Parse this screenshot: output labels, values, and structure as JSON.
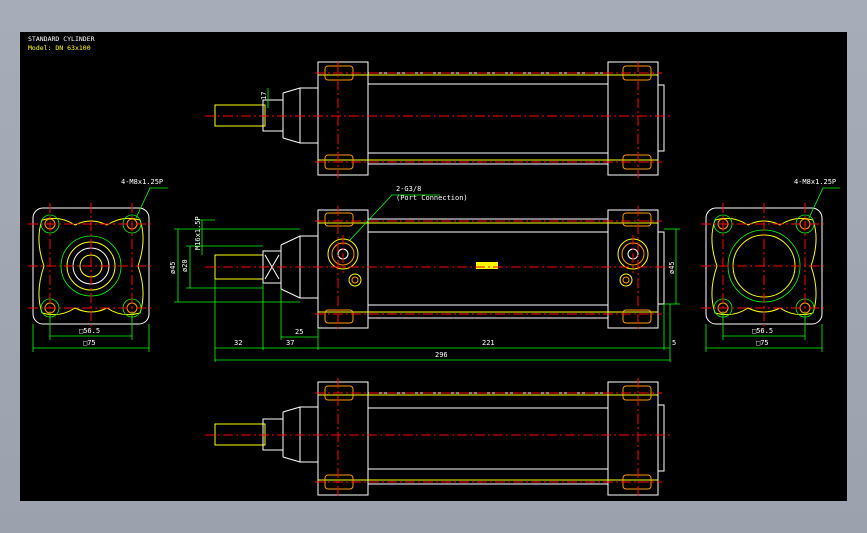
{
  "colors": {
    "background": "#000000",
    "outline": "#ffffff",
    "hidden": "#ffff00",
    "center": "#ff0000",
    "dimension": "#00ff00",
    "port": "#ff9900",
    "title": "#ffffff",
    "model": "#ffff00",
    "frame": "#a3a9b5"
  },
  "title_block": {
    "title": "STANDARD CYLINDER",
    "model": "Model: DN 63x100"
  },
  "left_view": {
    "thread_note": "4-M8x1.25P",
    "dim_inner": "□56.5",
    "dim_outer": "□75"
  },
  "right_view": {
    "thread_note": "4-M8x1.25P",
    "dim_inner": "□56.5",
    "dim_outer": "□75"
  },
  "front_view": {
    "port_note": "2-G3/8",
    "port_note_sub": "(Port Connection)",
    "dia_rod": "ø20",
    "dia_thread": "M16x1.5P",
    "dia_body_left": "ø45",
    "dia_body_right": "ø45",
    "dim_32": "32",
    "dim_37": "37",
    "dim_25": "25",
    "dim_221": "221",
    "dim_5": "5",
    "dim_296": "296",
    "rod_wrench": "17"
  }
}
